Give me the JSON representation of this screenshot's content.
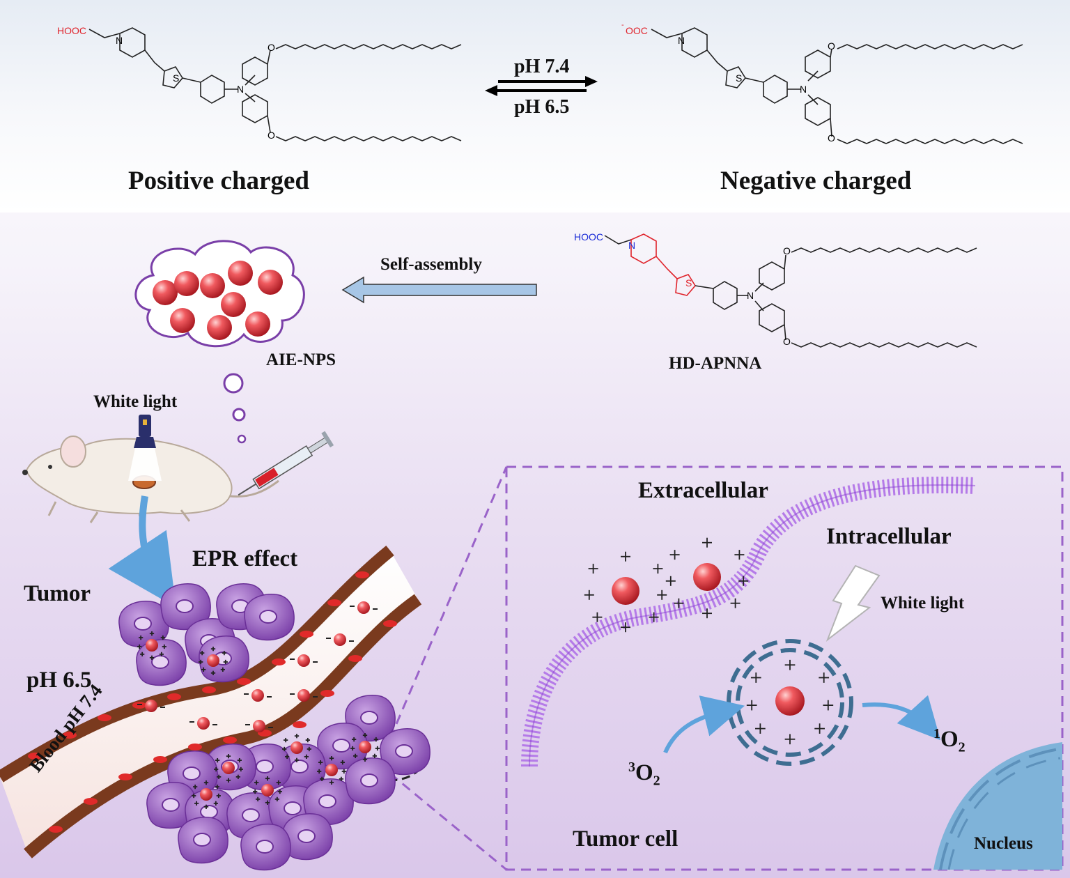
{
  "top": {
    "positive_label": "Positive charged",
    "negative_label": "Negative charged",
    "arrow_forward_label": "pH 7.4",
    "arrow_back_label": "pH 6.5",
    "left_molecule": {
      "acid_group": "HOOC",
      "n_atom": "N",
      "s_atom": "S",
      "amine_n": "N",
      "ether_o": "O"
    },
    "right_molecule": {
      "acid_group": "OOC",
      "charge_minus": "-",
      "n_atom": "N",
      "s_atom": "S",
      "amine_n": "N",
      "ether_o": "O"
    }
  },
  "assembly": {
    "label": "Self-assembly",
    "nanoparticle_label": "AIE-NPS",
    "molecule_name": "HD-APNNA",
    "molecule": {
      "acid_group": "HOOC",
      "n_atom": "N",
      "s_atom": "S",
      "amine_n": "N",
      "ether_o": "O"
    }
  },
  "invivo": {
    "white_light": "White light",
    "epr": "EPR effect",
    "tumor": "Tumor",
    "ph_tumor": "pH 6.5",
    "blood": "Blood pH 7.4"
  },
  "cell": {
    "extracellular": "Extracellular",
    "intracellular": "Intracellular",
    "white_light": "White light",
    "triplet_o2": {
      "sup": "3",
      "base": "O",
      "sub": "2"
    },
    "singlet_o2": {
      "sup": "1",
      "base": "O",
      "sub": "2"
    },
    "tumor_cell": "Tumor cell",
    "nucleus": "Nucleus"
  },
  "colors": {
    "nanoparticle": "#e8474f",
    "membrane": "#b57be8",
    "cell_body": "#8a52b5",
    "vessel_wall": "#7a3a1e",
    "blood_cell": "#e02a2a",
    "arrow_blue": "#5ea3dc",
    "nucleus": "#7fb3d9",
    "highlight_red": "#e0232b",
    "acid_blue": "#1a2bd6"
  }
}
